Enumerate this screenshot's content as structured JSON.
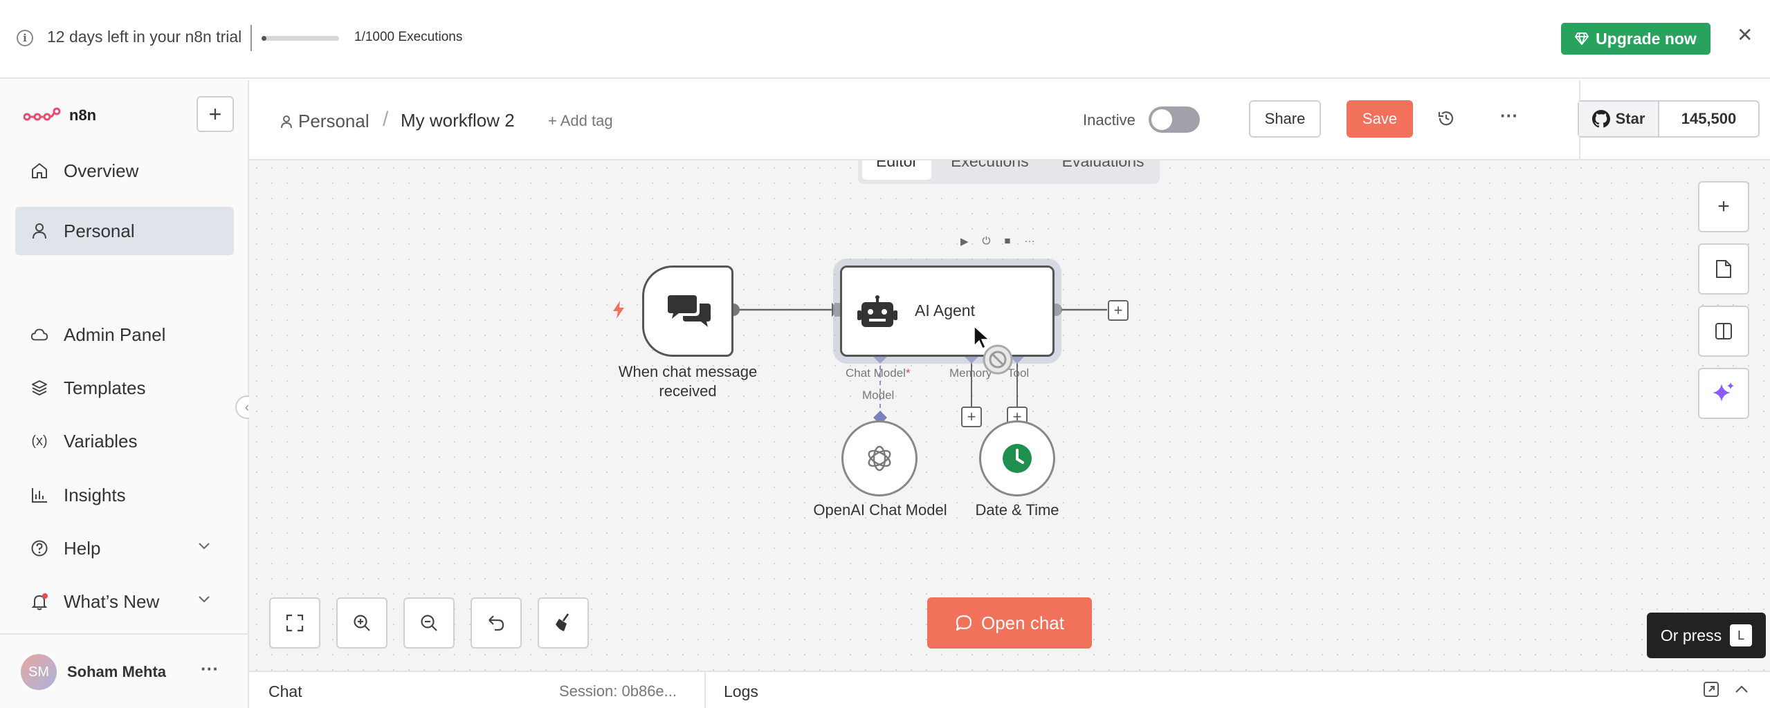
{
  "banner": {
    "trial_text": "12 days left in your n8n trial",
    "executions_text": "1/1000 Executions",
    "executions_progress": 0.001,
    "upgrade_label": "Upgrade now",
    "upgrade_color": "#27a35e"
  },
  "sidebar": {
    "logo_text": "n8n",
    "items": [
      {
        "label": "Overview",
        "icon": "home-icon"
      },
      {
        "label": "Personal",
        "icon": "user-icon",
        "active": true
      },
      {
        "label": "Admin Panel",
        "icon": "cloud-icon"
      },
      {
        "label": "Templates",
        "icon": "layers-icon"
      },
      {
        "label": "Variables",
        "icon": "variable-icon"
      },
      {
        "label": "Insights",
        "icon": "bar-chart-icon"
      },
      {
        "label": "Help",
        "icon": "help-icon"
      },
      {
        "label": "What’s New",
        "icon": "bell-icon"
      }
    ],
    "user": {
      "initials": "SM",
      "name": "Soham Mehta"
    }
  },
  "header": {
    "breadcrumb_project": "Personal",
    "breadcrumb_separator": "/",
    "workflow_name": "My workflow 2",
    "add_tag": "+ Add tag",
    "status_label": "Inactive",
    "share_label": "Share",
    "save_label": "Save",
    "star_label": "Star",
    "star_count": "145,500"
  },
  "tabs": [
    {
      "label": "Editor",
      "active": true
    },
    {
      "label": "Executions"
    },
    {
      "label": "Evaluations"
    }
  ],
  "canvas": {
    "trigger_node_label_line1": "When chat message",
    "trigger_node_label_line2": "received",
    "agent_node_title": "AI Agent",
    "port_chat_model": "Chat Model",
    "port_chat_model_required": "*",
    "port_memory": "Memory",
    "port_tool": "Tool",
    "model_connection_label": "Model",
    "openai_node_label": "OpenAI Chat Model",
    "datetime_node_label": "Date & Time",
    "open_chat_label": "Open chat",
    "accent_color": "#f2715b",
    "connector_color": "#7b80c0",
    "hint_text": "Or press",
    "hint_key": "L"
  },
  "bottom_panel": {
    "chat_label": "Chat",
    "session_text": "Session: 0b86e...",
    "logs_label": "Logs"
  }
}
